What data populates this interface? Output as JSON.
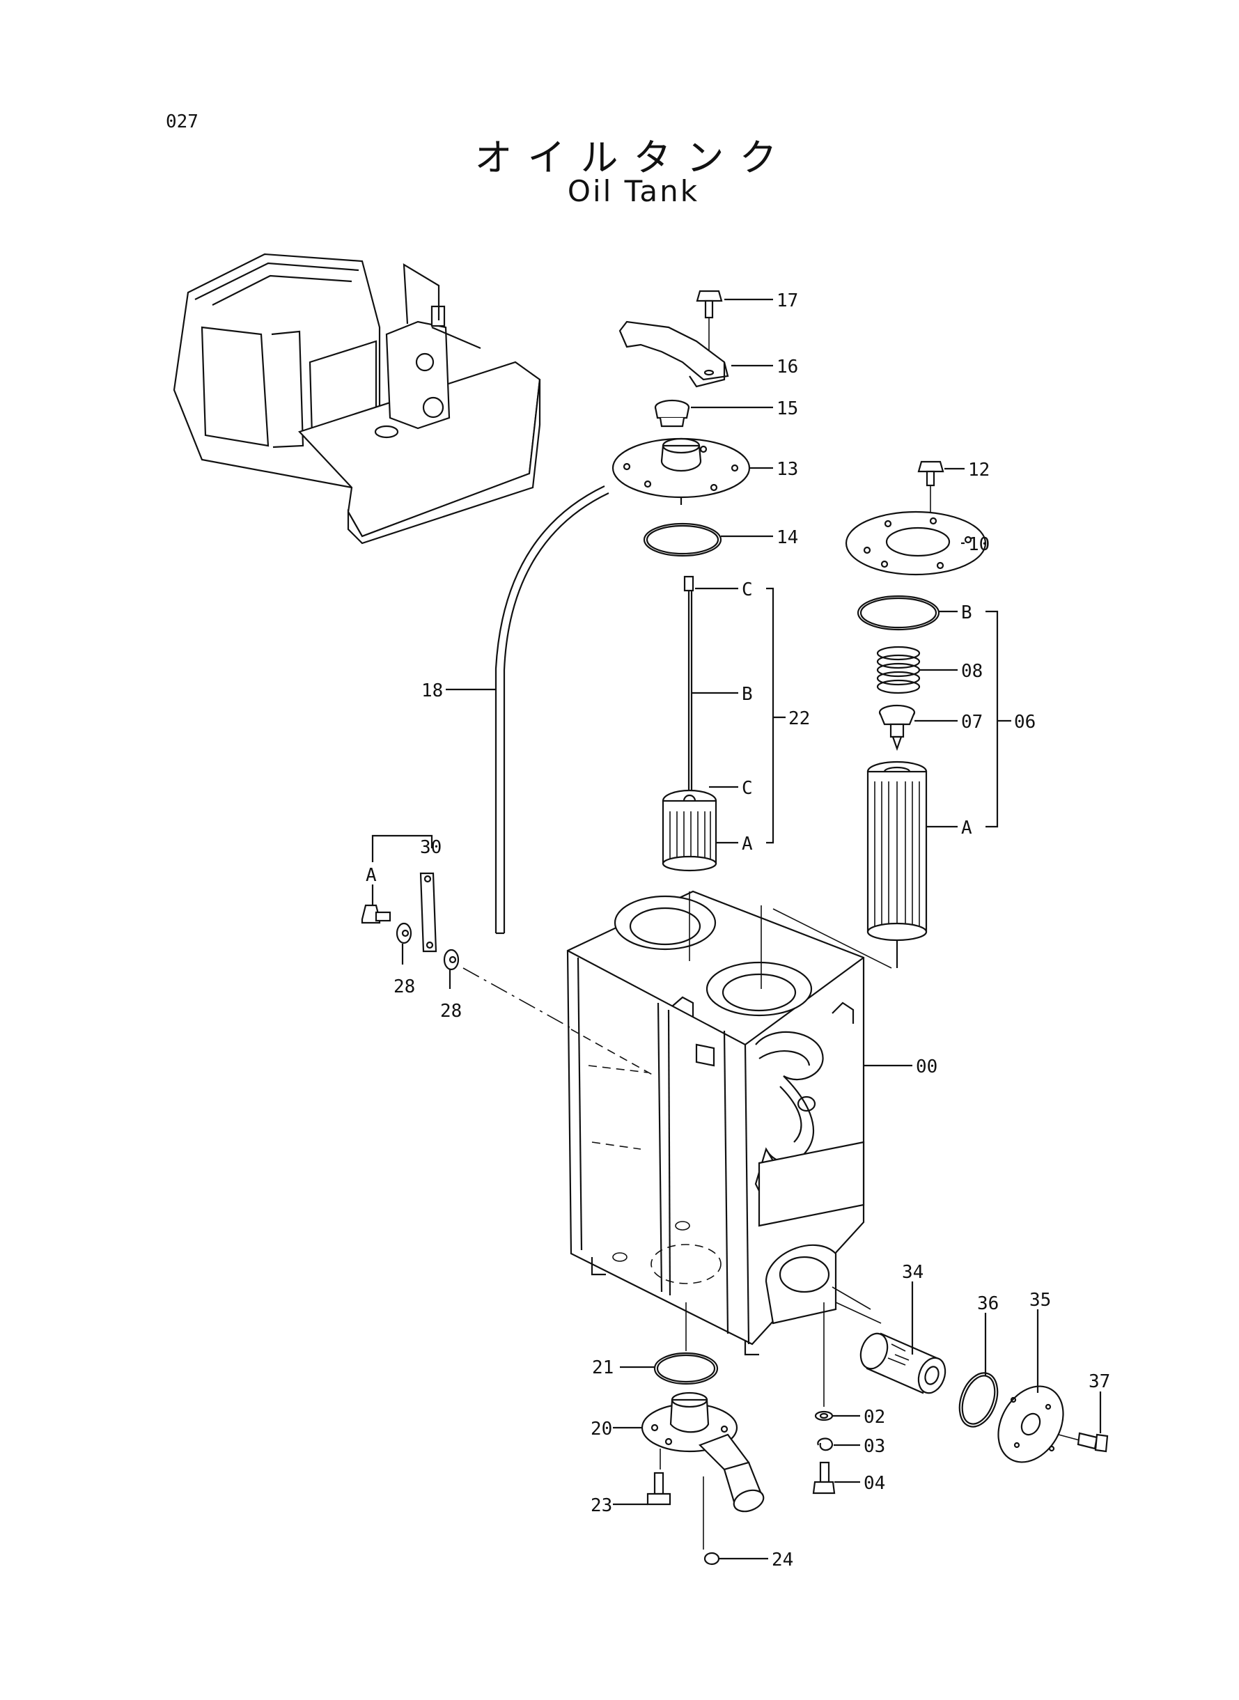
{
  "page_number": "027",
  "title_ja": "オイルタンク",
  "title_en": "Oil Tank",
  "callouts": {
    "c00": "00",
    "c02": "02",
    "c03": "03",
    "c04": "04",
    "c06": "06",
    "c07": "07",
    "c08": "08",
    "c10": "10",
    "c12": "12",
    "c13": "13",
    "c14": "14",
    "c15": "15",
    "c16": "16",
    "c17": "17",
    "c18": "18",
    "c20": "20",
    "c21": "21",
    "c22": "22",
    "c23": "23",
    "c24": "24",
    "c28a": "28",
    "c28b": "28",
    "c30": "30",
    "c34": "34",
    "c35": "35",
    "c36": "36",
    "c37": "37"
  },
  "sub_refs": {
    "a_kit22": "A",
    "b_kit22": "B",
    "c_kit22_top": "C",
    "c_kit22_low": "C",
    "a_kit06": "A",
    "b_kit06": "B",
    "a_kit30": "A"
  }
}
